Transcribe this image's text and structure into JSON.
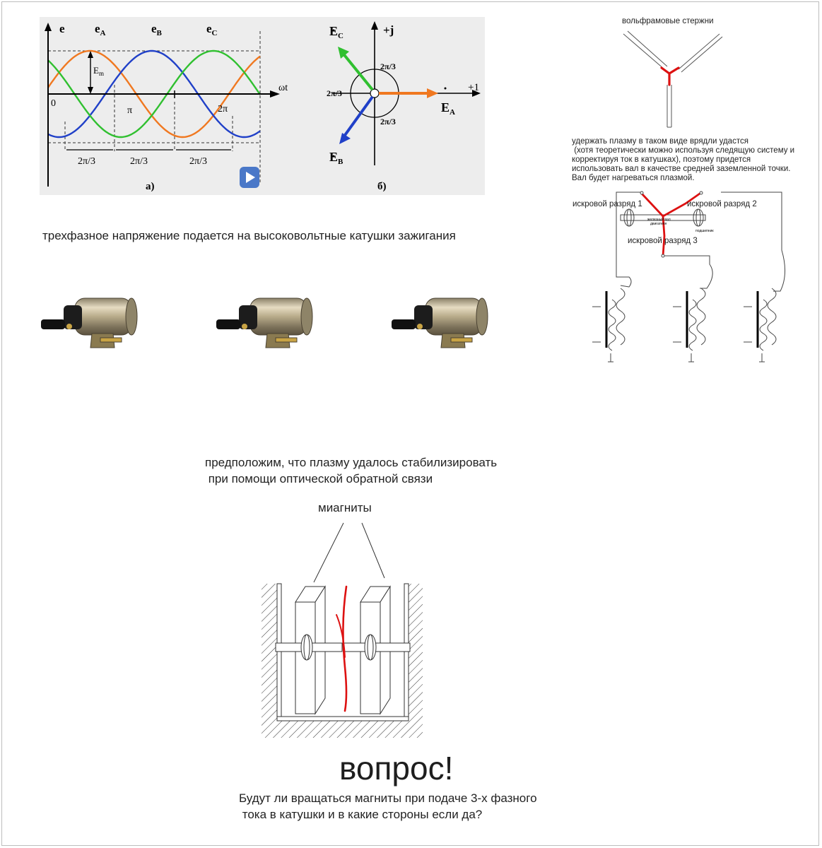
{
  "waveform": {
    "y_label": "e",
    "x_label": "ωt",
    "series": [
      "e",
      "e",
      "e"
    ],
    "subscripts": [
      "A",
      "B",
      "C"
    ],
    "amplitude_label": "E",
    "amplitude_sub": "m",
    "ticks": [
      "0",
      "π",
      "2π"
    ],
    "intervals": [
      "2π/3",
      "2π/3",
      "2π/3"
    ],
    "caption": "а)"
  },
  "phasor": {
    "vectors": [
      "E",
      "E",
      "E"
    ],
    "subscripts": [
      "A",
      "B",
      "C"
    ],
    "axis_imag": "+j",
    "axis_real": "+1",
    "angles": [
      "2π/3",
      "2π/3",
      "2π/3"
    ],
    "caption": "б)"
  },
  "colors": {
    "phase_a": "#f07820",
    "phase_b": "#2040c8",
    "phase_c": "#30c030",
    "spark": "#dd1111"
  },
  "text": {
    "coils_caption": "трехфазное напряжение подается на высоковольтные катушки зажигания",
    "tungsten_title": "вольфрамовые стержни",
    "plasma_note": [
      "удержать плазму в таком виде врядли удастся",
      " (хотя теоретически можно используя следящую систему и",
      "корректируя ток в катушках), поэтому придется",
      "использовать вал в качестве средней заземленной точки.",
      "Вал будет нагреваться плазмой."
    ],
    "spark1": "искровой разряд 1",
    "spark2": "искровой разряд 2",
    "spark3": "искровой разряд 3",
    "shaft_label_1": "железный вал",
    "shaft_label_2": "двигателя",
    "bearing_label": "подшипник",
    "assume_1": "предположим, что плазму удалось стабилизировать",
    "assume_2": " при помощи оптической обратной связи",
    "magnets_label": "миагниты",
    "question_title": "вопрос!",
    "question_1": "Будут ли вращаться магниты при подаче 3-х фазного",
    "question_2": " тока в катушки и в какие стороны если да?"
  }
}
